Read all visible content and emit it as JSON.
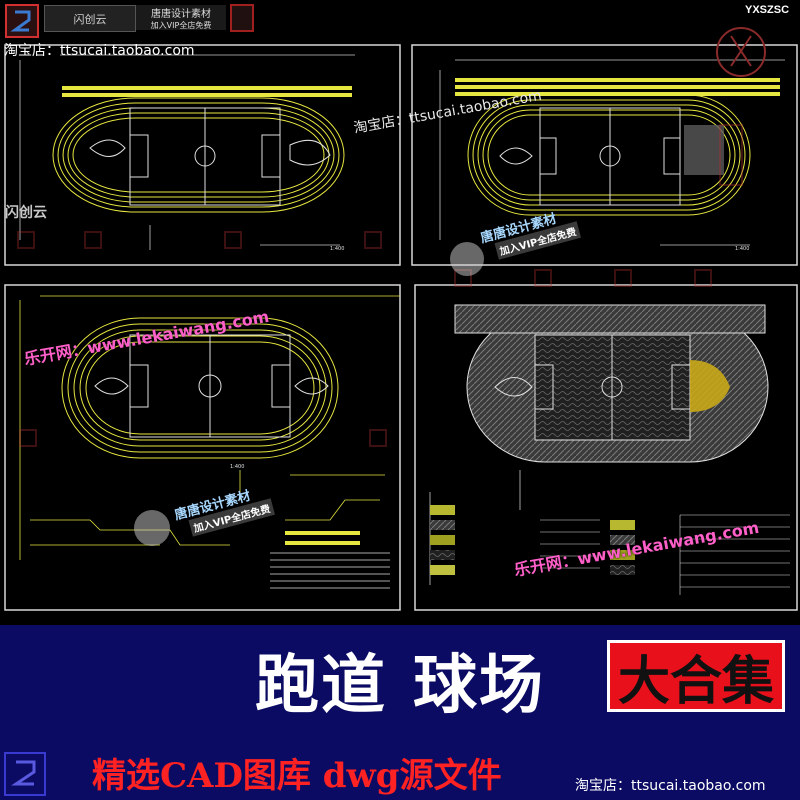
{
  "top_bar": {
    "brand_a": "闪创云",
    "brand_b_line1": "唐唐设计素材",
    "brand_b_line2": "加入VIP全店免费",
    "code": "YXSZSC"
  },
  "watermarks": {
    "taobao_left": "淘宝店：ttsucai.taobao.com",
    "taobao_center": "淘宝店：ttsucai.taobao.com",
    "shanchuangyun": "闪创云",
    "tangtang_1": "唐唐设计素材",
    "tangtang_1_sub": "加入VIP全店免费",
    "tangtang_2": "唐唐设计素材",
    "tangtang_2_sub": "加入VIP全店免费",
    "lekaiwang_1": "乐开网：www.lekaiwang.com",
    "lekaiwang_2": "乐开网：www.lekaiwang.com"
  },
  "drawings": {
    "scale_1": "1:400",
    "scale_2": "1:400",
    "scale_3": "1:400"
  },
  "banner": {
    "title_part1": "跑道",
    "title_part2": "球场",
    "badge": "大合集",
    "subtitle": "精选CAD图库  dwg源文件",
    "footer_taobao": "淘宝店：ttsucai.taobao.com"
  },
  "colors": {
    "banner_bg": "#0b0b63",
    "badge_bg": "#e8101a",
    "subtitle": "#ff2222",
    "cad_yellow": "#e6e640",
    "cad_white": "#e0e0e0",
    "watermark_pink": "#ff5fc8"
  }
}
